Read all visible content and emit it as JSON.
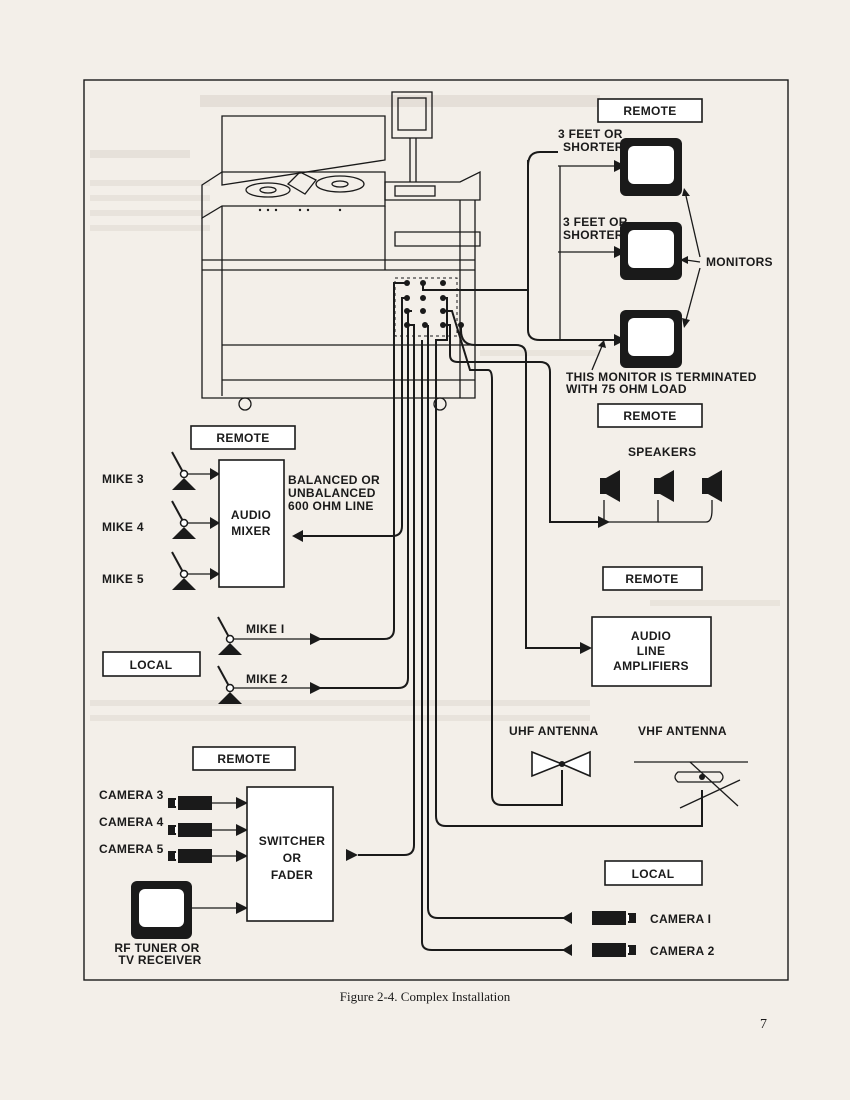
{
  "labels": {
    "remote": "REMOTE",
    "local": "LOCAL",
    "three_feet_1": [
      "3 FEET OR",
      "SHORTER"
    ],
    "three_feet_2": [
      "3 FEET OR",
      "SHORTER"
    ],
    "monitors": "MONITORS",
    "terminated": [
      "THIS MONITOR IS TERMINATED",
      "WITH 75 OHM LOAD"
    ],
    "speakers": "SPEAKERS",
    "audio_line_amplifiers": [
      "AUDIO",
      "LINE",
      "AMPLIFIERS"
    ],
    "uhf_antenna": "UHF ANTENNA",
    "vhf_antenna": "VHF ANTENNA",
    "balanced_line": [
      "BALANCED OR",
      "UNBALANCED",
      "600 OHM LINE"
    ],
    "audio_mixer": [
      "AUDIO",
      "MIXER"
    ],
    "mike_3": "MIKE 3",
    "mike_4": "MIKE 4",
    "mike_5": "MIKE 5",
    "mike_1": "MIKE I",
    "mike_2": "MIKE 2",
    "camera_3": "CAMERA 3",
    "camera_4": "CAMERA 4",
    "camera_5": "CAMERA 5",
    "switcher": [
      "SWITCHER",
      "OR",
      "FADER"
    ],
    "rf_tuner": [
      "RF TUNER OR",
      "TV RECEIVER"
    ],
    "camera_1": "CAMERA I",
    "camera_2": "CAMERA 2"
  },
  "caption": "Figure 2-4.  Complex Installation",
  "page_number": "7"
}
